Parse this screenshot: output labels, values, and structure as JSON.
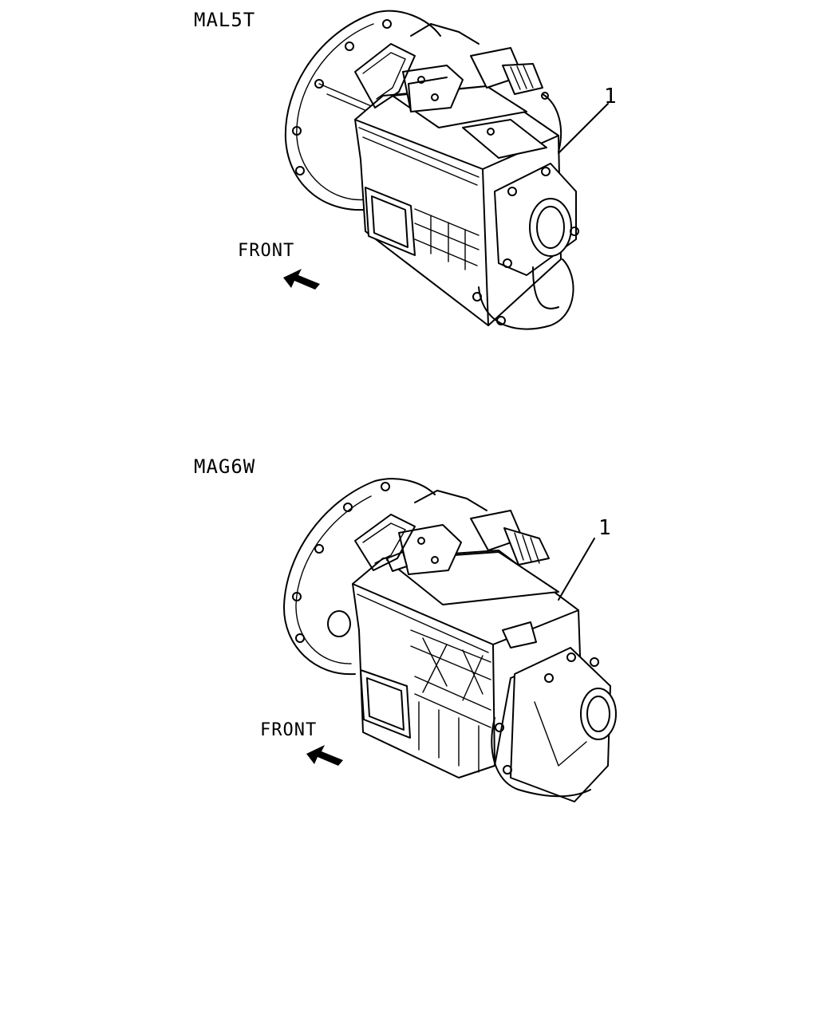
{
  "diagrams": [
    {
      "model_label": "MAL5T",
      "front_label": "FRONT",
      "callout": "1",
      "icons": [
        "front-arrow-icon"
      ]
    },
    {
      "model_label": "MAG6W",
      "front_label": "FRONT",
      "callout": "1",
      "icons": [
        "front-arrow-icon"
      ]
    }
  ]
}
